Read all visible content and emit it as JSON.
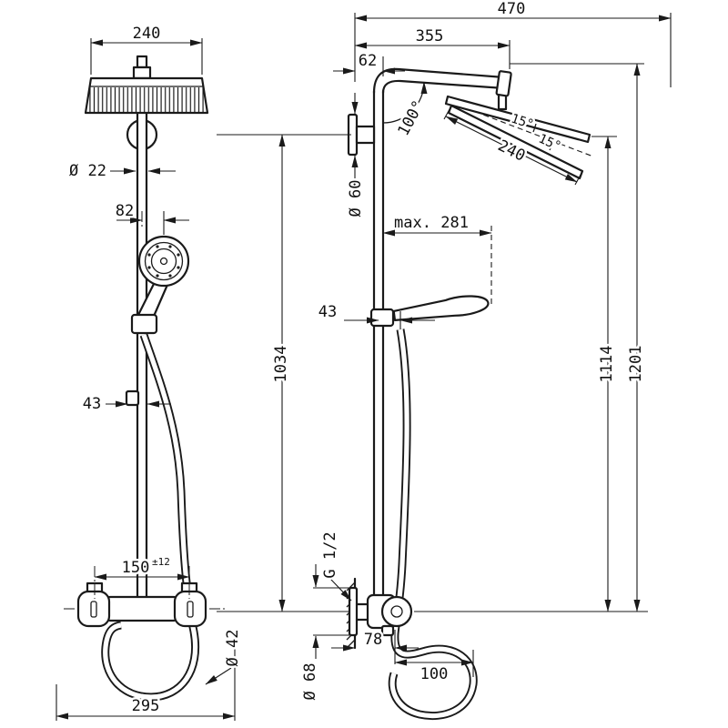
{
  "drawing": {
    "front": {
      "head_width": "240",
      "pipe_dia": "Ø 22",
      "hand_offset": "82",
      "holder_offset": "43",
      "valve_width": "150",
      "valve_tol": "±12",
      "overall_width": "295",
      "hose_dia": "Ø 42"
    },
    "side": {
      "overall_depth": "470",
      "arm_depth": "355",
      "wall_to_pipe": "62",
      "arm_angle": "100°",
      "flange_dia": "Ø 60",
      "max_reach": "max. 281",
      "holder_depth": "43",
      "tilt_upper": "15°",
      "tilt_lower": "15°",
      "head_depth": "240",
      "bar_length": "1034",
      "height_to_head": "1114",
      "height_overall": "1201",
      "thread": "G 1/2",
      "escutcheon_dia": "Ø 68",
      "wall_to_valve": "78",
      "valve_to_hose": "100"
    }
  }
}
